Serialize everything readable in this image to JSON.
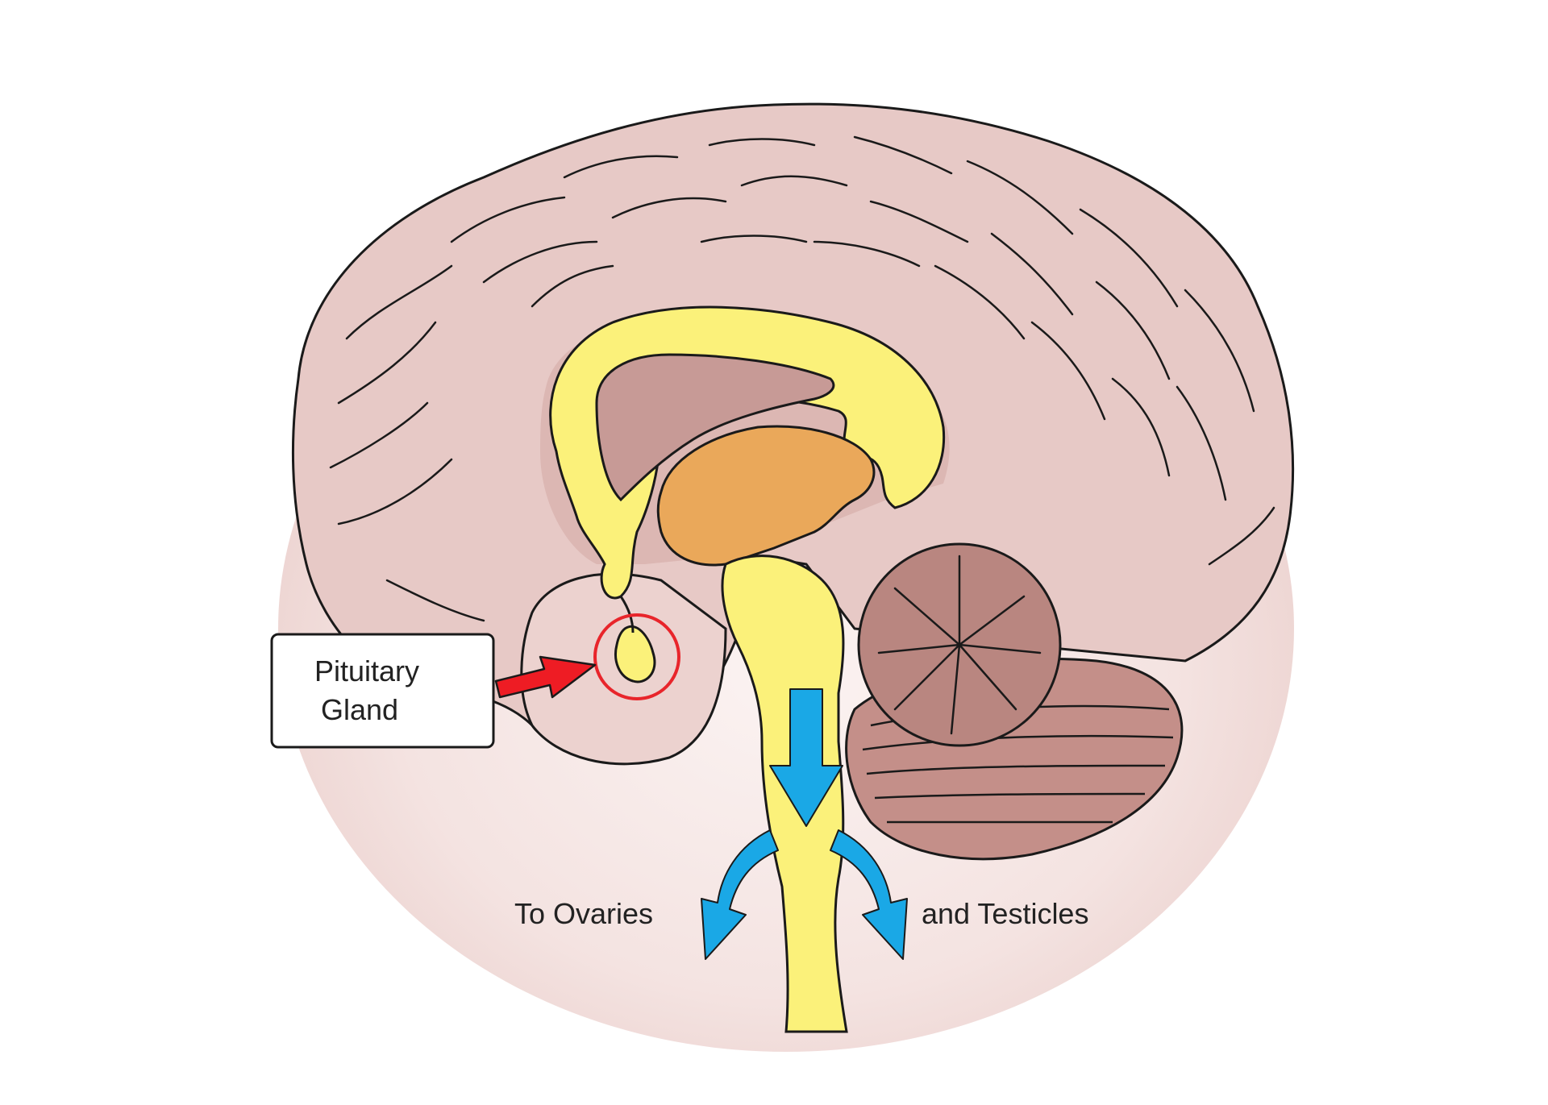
{
  "labels": {
    "pituitary_line1": "Pituitary",
    "pituitary_line2": "Gland",
    "to_ovaries": "To Ovaries",
    "and_testicles": "and Testicles"
  },
  "colors": {
    "background": "#ffffff",
    "halo": "#f3e1df",
    "cerebrum": "#e7c9c6",
    "cerebrum_shade": "#d4b0ad",
    "ventricle": "#c79a96",
    "ventricle_system": "#fbf17a",
    "thalamus": "#eaa85a",
    "cerebellum": "#b98680",
    "brainstem": "#fbf17a",
    "arrows": "#1aa8e6",
    "pointer": "#ee1c24",
    "highlight_ring": "#e8252b"
  },
  "icons": {
    "pointer": "red-arrow-icon",
    "flow": "blue-arrow-icon"
  }
}
